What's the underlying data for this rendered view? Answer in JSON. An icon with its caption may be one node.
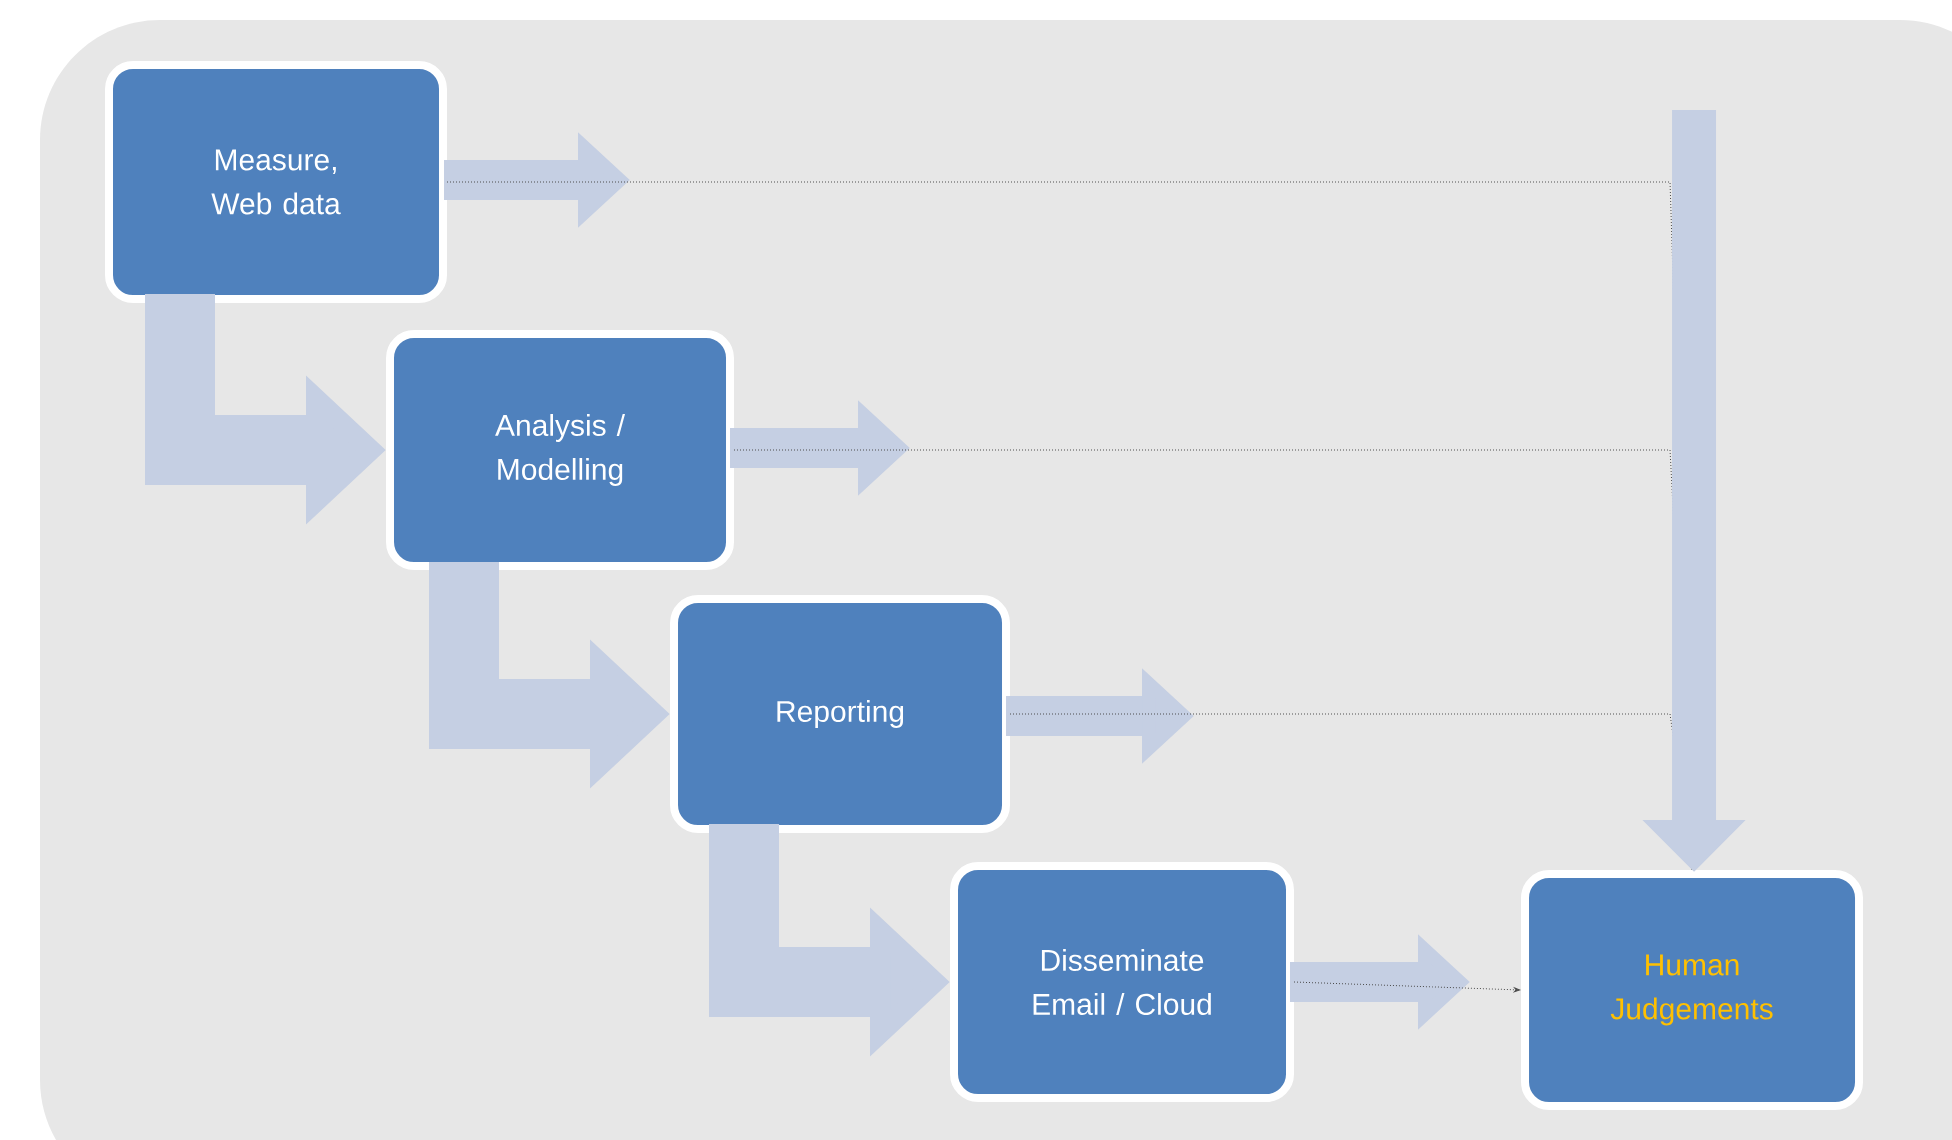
{
  "diagram": {
    "nodes": [
      {
        "text": [
          "Measure, Web data"
        ]
      },
      {
        "text": [
          "Analysis / Modelling"
        ]
      },
      {
        "text": [
          "Reporting"
        ]
      },
      {
        "text": [
          "Disseminate Email / Cloud"
        ]
      },
      {
        "text": [
          "Human Judgements"
        ]
      }
    ],
    "edges": [
      {
        "from": 0,
        "to": 1,
        "arrow": "to",
        "style": "thick",
        "color": "#c5cfe3"
      },
      {
        "from": 1,
        "to": 2,
        "arrow": "to",
        "style": "thick",
        "color": "#c5cfe3"
      },
      {
        "from": 2,
        "to": 3,
        "arrow": "to",
        "style": "thick",
        "color": "#c5cfe3"
      },
      {
        "from": 0,
        "to": 4,
        "arrow": "to",
        "style": "dashed"
      },
      {
        "from": 1,
        "to": 4,
        "arrow": "to",
        "style": "dashed"
      },
      {
        "from": 2,
        "to": 4,
        "arrow": "to",
        "style": "dashed"
      },
      {
        "from": 3,
        "to": 4,
        "arrow": "to",
        "style": "dashed"
      }
    ]
  }
}
